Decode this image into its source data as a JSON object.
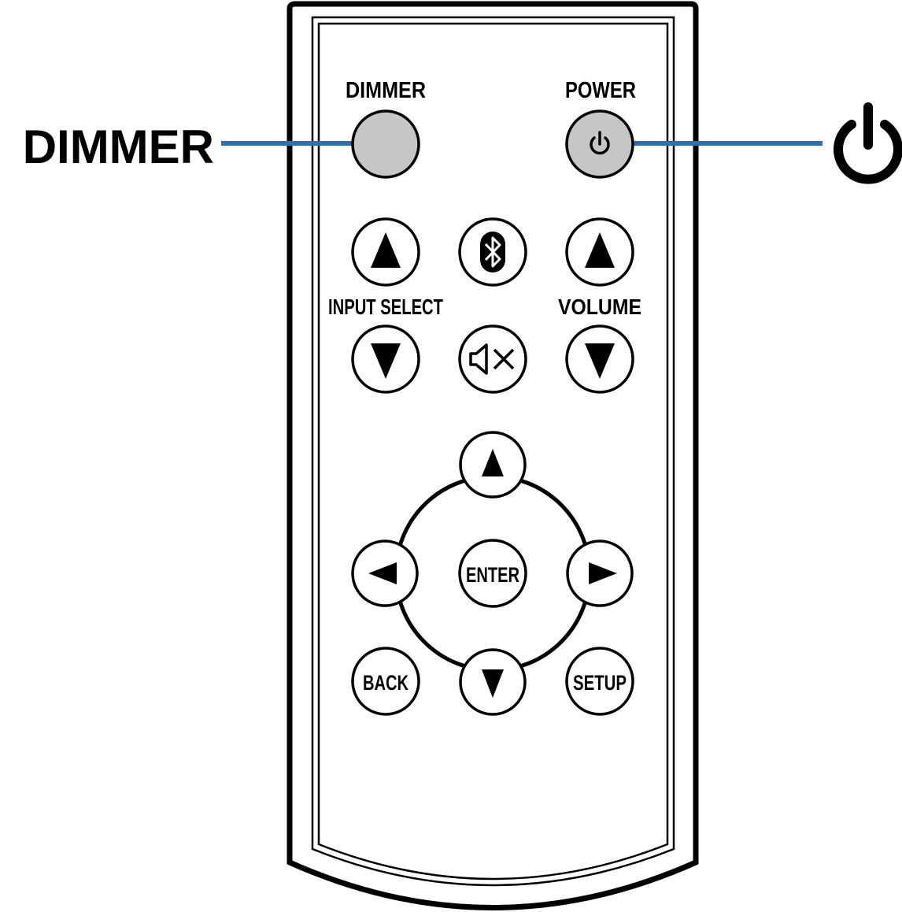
{
  "callouts": {
    "left_label": "DIMMER",
    "right_icon": "power-icon",
    "leader_color": "#2f6fad"
  },
  "remote": {
    "labels": {
      "dimmer": "DIMMER",
      "power": "POWER",
      "input_select": "INPUT SELECT",
      "volume": "VOLUME"
    },
    "buttons": {
      "enter": "ENTER",
      "back": "BACK",
      "setup": "SETUP"
    },
    "highlight_color": "#c6c6c6"
  }
}
